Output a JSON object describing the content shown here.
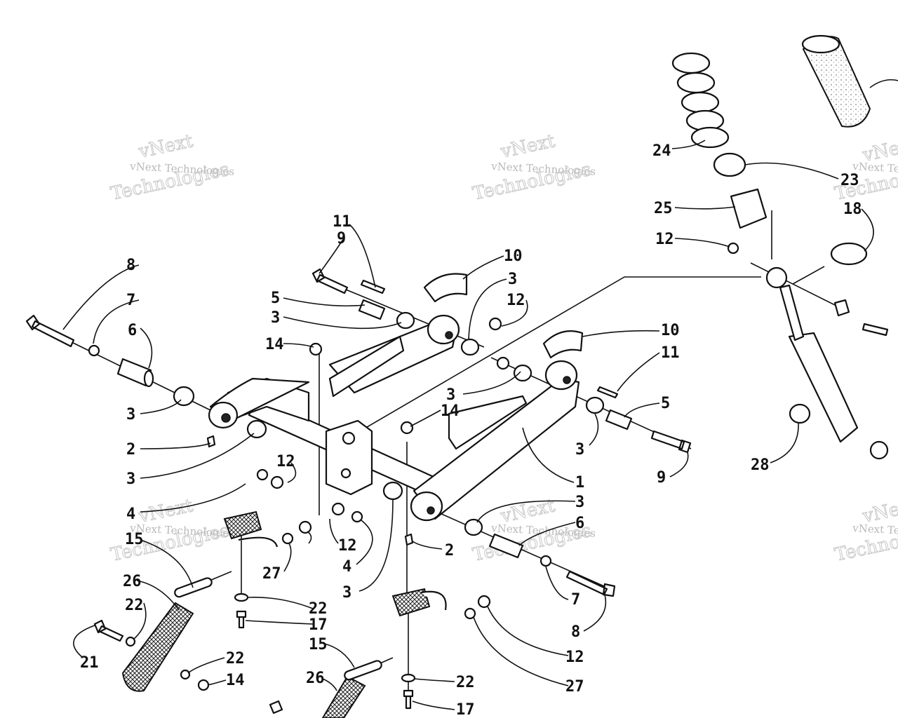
{
  "watermark": {
    "small_text": "vNext Technologies",
    "large_text": "Technologies",
    "brand": "vNext"
  },
  "callouts": {
    "c1": "1",
    "c2a": "2",
    "c2b": "2",
    "c3a": "3",
    "c3b": "3",
    "c3c": "3",
    "c3d": "3",
    "c3e": "3",
    "c3f": "3",
    "c3g": "3",
    "c3h": "3",
    "c4a": "4",
    "c4b": "4",
    "c5a": "5",
    "c5b": "5",
    "c6a": "6",
    "c6b": "6",
    "c7a": "7",
    "c7b": "7",
    "c8a": "8",
    "c8b": "8",
    "c9a": "9",
    "c9b": "9",
    "c10a": "10",
    "c10b": "10",
    "c11a": "11",
    "c11b": "11",
    "c12a": "12",
    "c12b": "12",
    "c12c": "12",
    "c12d": "12",
    "c12e": "12",
    "c14a": "14",
    "c14b": "14",
    "c14c": "14",
    "c15a": "15",
    "c15b": "15",
    "c17a": "17",
    "c17b": "17",
    "c18": "18",
    "c21": "21",
    "c22a": "22",
    "c22b": "22",
    "c22c": "22",
    "c22d": "22",
    "c23": "23",
    "c24": "24",
    "c25": "25",
    "c26a": "26",
    "c26b": "26",
    "c27a": "27",
    "c27b": "27",
    "c28": "28"
  }
}
